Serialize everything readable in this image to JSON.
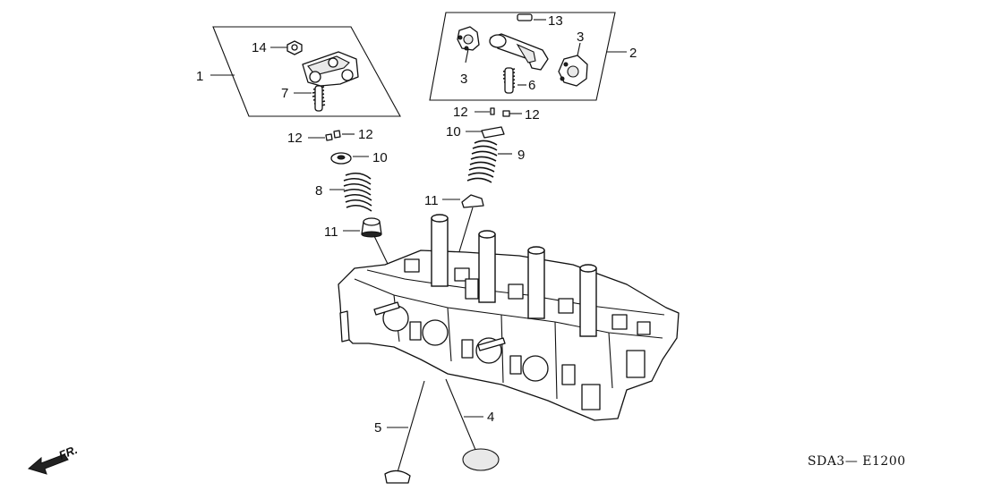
{
  "diagram": {
    "callouts": [
      {
        "id": "c1",
        "label": "1"
      },
      {
        "id": "c2",
        "label": "2"
      },
      {
        "id": "c3a",
        "label": "3"
      },
      {
        "id": "c3b",
        "label": "3"
      },
      {
        "id": "c4",
        "label": "4"
      },
      {
        "id": "c5",
        "label": "5"
      },
      {
        "id": "c6",
        "label": "6"
      },
      {
        "id": "c7",
        "label": "7"
      },
      {
        "id": "c8",
        "label": "8"
      },
      {
        "id": "c9",
        "label": "9"
      },
      {
        "id": "c10a",
        "label": "10"
      },
      {
        "id": "c10b",
        "label": "10"
      },
      {
        "id": "c11a",
        "label": "11"
      },
      {
        "id": "c11b",
        "label": "11"
      },
      {
        "id": "c12a",
        "label": "12"
      },
      {
        "id": "c12b",
        "label": "12"
      },
      {
        "id": "c12c",
        "label": "12"
      },
      {
        "id": "c12d",
        "label": "12"
      },
      {
        "id": "c13",
        "label": "13"
      },
      {
        "id": "c14",
        "label": "14"
      }
    ],
    "direction_label": "FR.",
    "diagram_code": "SDA3— E1200"
  }
}
